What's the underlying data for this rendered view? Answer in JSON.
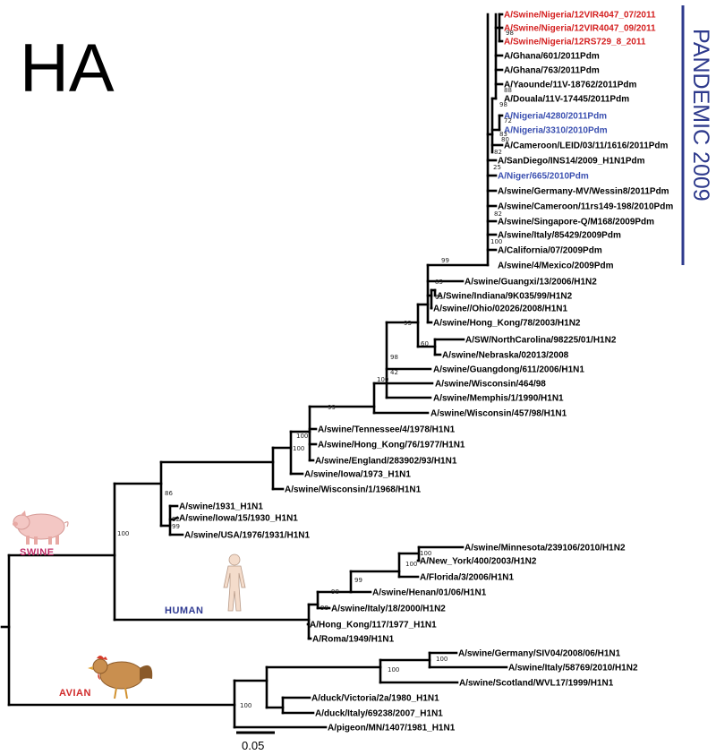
{
  "figure": {
    "title": "HA",
    "clade_banner": "PANDEMIC 2009",
    "clade_banner_color": "#2e3a8c",
    "scale_label": "0.05",
    "host_labels": [
      {
        "key": "swine",
        "text": "SWINE",
        "color": "#c0306a"
      },
      {
        "key": "human",
        "text": "HUMAN",
        "color": "#2f3a92"
      },
      {
        "key": "avian",
        "text": "AVIAN",
        "color": "#d02a2a"
      }
    ],
    "icons": [
      "pig-icon",
      "human-figure-icon",
      "chicken-icon"
    ]
  },
  "tip_colors": {
    "black": "#000000",
    "red": "#d42020",
    "blue": "#3a4fb0"
  },
  "tree": {
    "taxa": [
      {
        "name": "A/Swine/Nigeria/12VIR4047_07/2011",
        "color": "red"
      },
      {
        "name": "A/Swine/Nigeria/12VIR4047_09/2011",
        "color": "red"
      },
      {
        "name": "A/Swine/Nigeria/12RS729_8_2011",
        "color": "red"
      },
      {
        "name": "A/Ghana/601/2011Pdm",
        "color": "black"
      },
      {
        "name": "A/Ghana/763/2011Pdm",
        "color": "black"
      },
      {
        "name": "A/Yaounde/11V-18762/2011Pdm",
        "color": "black"
      },
      {
        "name": "A/Douala/11V-17445/2011Pdm",
        "color": "black"
      },
      {
        "name": "A/Nigeria/4280/2011Pdm",
        "color": "blue"
      },
      {
        "name": "A/Nigeria/3310/2010Pdm",
        "color": "blue"
      },
      {
        "name": "A/Cameroon/LEID/03/11/1616/2011Pdm",
        "color": "black"
      },
      {
        "name": "A/SanDiego/INS14/2009_H1N1Pdm",
        "color": "black"
      },
      {
        "name": "A/Niger/665/2010Pdm",
        "color": "blue"
      },
      {
        "name": "A/swine/Germany-MV/Wessin8/2011Pdm",
        "color": "black"
      },
      {
        "name": "A/swine/Cameroon/11rs149-198/2010Pdm",
        "color": "black"
      },
      {
        "name": "A/swine/Singapore-Q/M168/2009Pdm",
        "color": "black"
      },
      {
        "name": "A/swine/Italy/85429/2009Pdm",
        "color": "black"
      },
      {
        "name": "A/California/07/2009Pdm",
        "color": "black"
      },
      {
        "name": "A/swine/4/Mexico/2009Pdm",
        "color": "black"
      },
      {
        "name": "A/swine/Guangxi/13/2006/H1N2",
        "color": "black"
      },
      {
        "name": "A/Swine/Indiana/9K035/99/H1N2",
        "color": "black"
      },
      {
        "name": "A/swine//Ohio/02026/2008/H1N1",
        "color": "black"
      },
      {
        "name": "A/swine/Hong_Kong/78/2003/H1N2",
        "color": "black"
      },
      {
        "name": "A/SW/NorthCarolina/98225/01/H1N2",
        "color": "black"
      },
      {
        "name": "A/swine/Nebraska/02013/2008",
        "color": "black"
      },
      {
        "name": "A/swine/Guangdong/611/2006/H1N1",
        "color": "black"
      },
      {
        "name": "A/swine/Wisconsin/464/98",
        "color": "black"
      },
      {
        "name": "A/swine/Memphis/1/1990/H1N1",
        "color": "black"
      },
      {
        "name": "A/swine/Wisconsin/457/98/H1N1",
        "color": "black"
      },
      {
        "name": "A/swine/Tennessee/4/1978/H1N1",
        "color": "black"
      },
      {
        "name": "A/swine/Hong_Kong/76/1977/H1N1",
        "color": "black"
      },
      {
        "name": "A/swine/England/283902/93/H1N1",
        "color": "black"
      },
      {
        "name": "A/swine/Iowa/1973_H1N1",
        "color": "black"
      },
      {
        "name": "A/swine/Wisconsin/1/1968/H1N1",
        "color": "black"
      },
      {
        "name": "A/swine/1931_H1N1",
        "color": "black"
      },
      {
        "name": "A/swine/Iowa/15/1930_H1N1",
        "color": "black"
      },
      {
        "name": "A/swine/USA/1976/1931/H1N1",
        "color": "black"
      },
      {
        "name": "A/swine/Minnesota/239106/2010/H1N2",
        "color": "black"
      },
      {
        "name": "A/New_York/400/2003/H1N2",
        "color": "black"
      },
      {
        "name": "A/Florida/3/2006/H1N1",
        "color": "black"
      },
      {
        "name": "A/swine/Henan/01/06/H1N1",
        "color": "black"
      },
      {
        "name": "A/swine/Italy/18/2000/H1N2",
        "color": "black"
      },
      {
        "name": "A/Hong_Kong/117/1977_H1N1",
        "color": "black"
      },
      {
        "name": "A/Roma/1949/H1N1",
        "color": "black"
      },
      {
        "name": "A/swine/Germany/SIV04/2008/06/H1N1",
        "color": "black"
      },
      {
        "name": "A/swine/Italy/58769/2010/H1N2",
        "color": "black"
      },
      {
        "name": "A/swine/Scotland/WVL17/1999/H1N1",
        "color": "black"
      },
      {
        "name": "A/duck/Victoria/2a/1980_H1N1",
        "color": "black"
      },
      {
        "name": "A/duck/Italy/69238/2007_H1N1",
        "color": "black"
      },
      {
        "name": "A/pigeon/MN/1407/1981_H1N1",
        "color": "black"
      }
    ],
    "bootstrap_values": [
      "98",
      "88",
      "98",
      "72",
      "83",
      "80",
      "82",
      "25",
      "82",
      "100",
      "99",
      "85",
      "65",
      "93",
      "60",
      "98",
      "42",
      "100",
      "99",
      "100",
      "100",
      "86",
      "82",
      "99",
      "100",
      "100",
      "100",
      "99",
      "98",
      "98",
      "100",
      "100",
      "100"
    ]
  }
}
